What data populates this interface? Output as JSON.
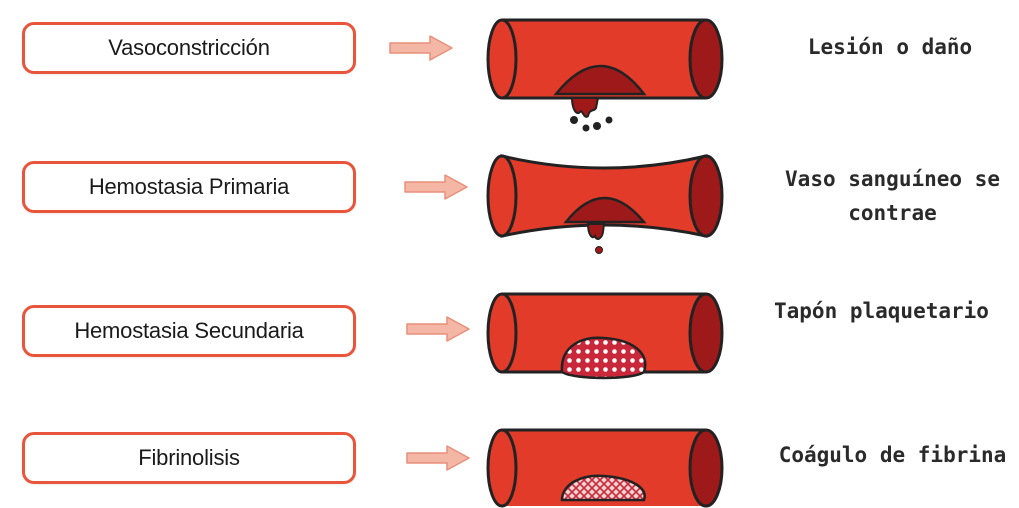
{
  "stages": [
    {
      "label": "Vasoconstricción",
      "description": "Lesión o daño",
      "vessel": "injury"
    },
    {
      "label": "Hemostasia Primaria",
      "description": "Vaso sanguíneo se contrae",
      "vessel": "constricted"
    },
    {
      "label": "Hemostasia Secundaria",
      "description": "Tapón plaquetario",
      "vessel": "platelet-plug"
    },
    {
      "label": "Fibrinolisis",
      "description": "Coágulo de fibrina",
      "vessel": "fibrin-clot"
    }
  ],
  "colors": {
    "box_border": "#e8553a",
    "vessel_fill": "#e23b2a",
    "vessel_dark": "#9e1a1a",
    "arrow_fill": "#f4b7a6"
  },
  "icons": {
    "arrow": "right-arrow-icon",
    "vessel": "blood-vessel-icon"
  }
}
